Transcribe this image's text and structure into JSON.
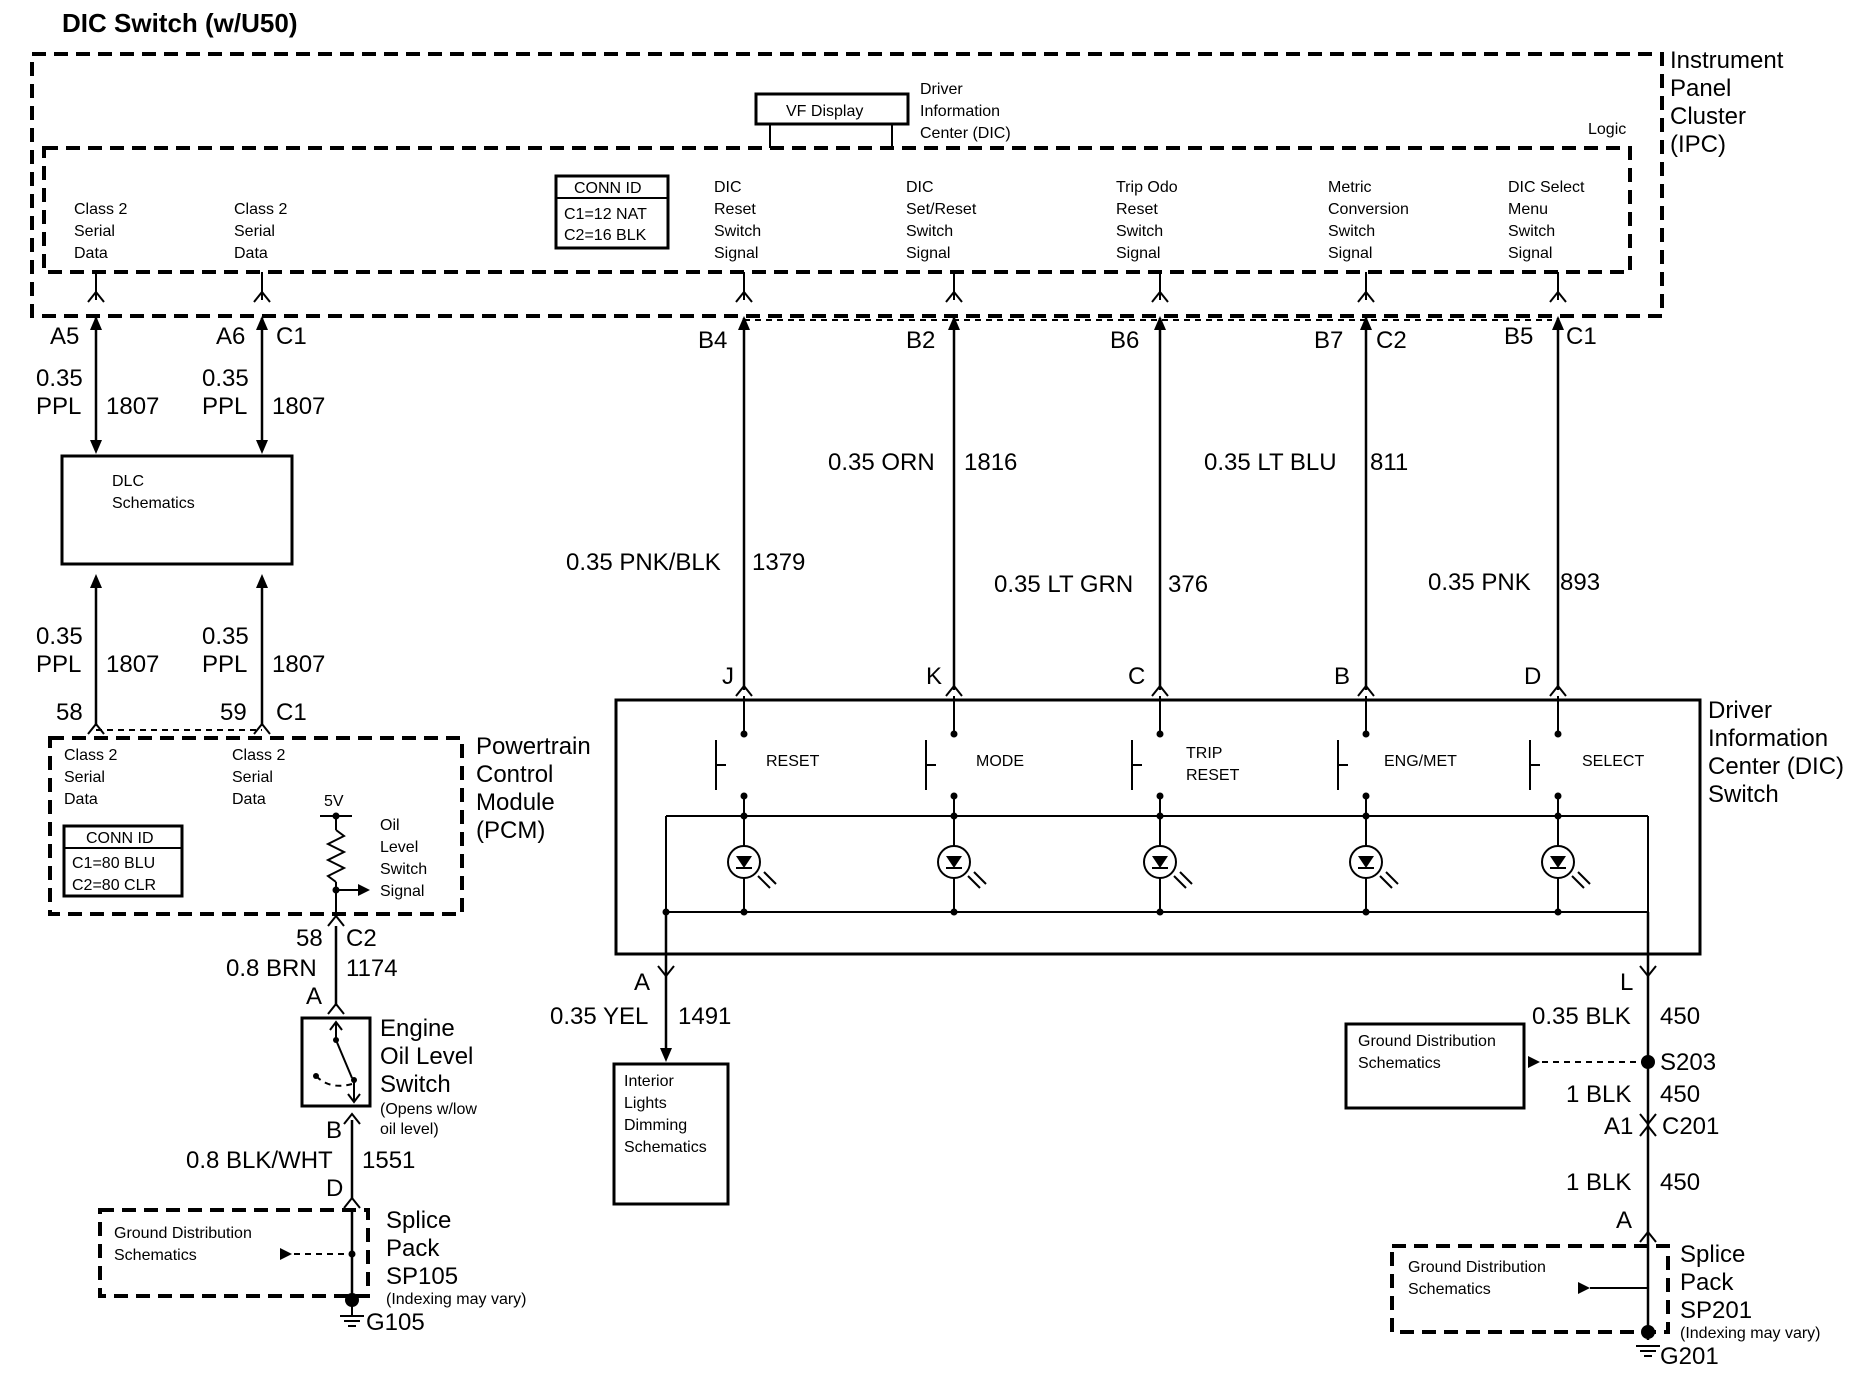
{
  "title": "DIC Switch (w/U50)",
  "ipc": {
    "label_lines": [
      "Instrument",
      "Panel",
      "Cluster",
      "(IPC)"
    ],
    "logic": "Logic",
    "vf_display": "VF Display",
    "dic_lines": [
      "Driver",
      "Information",
      "Center  (DIC)"
    ],
    "conn_id": {
      "title": "CONN ID",
      "c1": "C1=12 NAT",
      "c2": "C2=16 BLK"
    },
    "signal_a5": [
      "Class 2",
      "Serial",
      "Data"
    ],
    "signal_a6": [
      "Class 2",
      "Serial",
      "Data"
    ],
    "signal_b4": [
      "DIC",
      "Reset",
      "Switch",
      "Signal"
    ],
    "signal_b2": [
      "DIC",
      "Set/Reset",
      "Switch",
      "Signal"
    ],
    "signal_b6": [
      "Trip Odo",
      "Reset",
      "Switch",
      "Signal"
    ],
    "signal_b7": [
      "Metric",
      "Conversion",
      "Switch",
      "Signal"
    ],
    "signal_b5": [
      "DIC Select",
      "Menu",
      "Switch",
      "Signal"
    ]
  },
  "pins": {
    "a5": "A5",
    "a6": "A6",
    "c1": "C1",
    "b4": "B4",
    "b2": "B2",
    "b6": "B6",
    "b7": "B7",
    "c2": "C2",
    "b5": "B5",
    "pcm_58": "58",
    "pcm_59": "59",
    "pcm_c1": "C1",
    "pcm_58b": "58",
    "pcm_c2": "C2",
    "dic_j": "J",
    "dic_k": "K",
    "dic_c": "C",
    "dic_b": "B",
    "dic_d": "D",
    "dic_a": "A",
    "dic_l": "L",
    "eng_a": "A",
    "eng_b": "B",
    "sp105_d": "D",
    "sp201_a": "A",
    "c201_a1": "A1",
    "c201": "C201",
    "s203": "S203"
  },
  "wires": {
    "w1_size": "0.35",
    "w1_color": "PPL",
    "w1_circuit": "1807",
    "w2_size": "0.35",
    "w2_color": "PPL",
    "w2_circuit": "1807",
    "w3_size": "0.35",
    "w3_color": "PPL",
    "w3_circuit": "1807",
    "w4_size": "0.35",
    "w4_color": "PPL",
    "w4_circuit": "1807",
    "b4_wire": "0.35 PNK/BLK",
    "b4_circuit": "1379",
    "b2_wire": "0.35 ORN",
    "b2_circuit": "1816",
    "b6_wire": "0.35 LT GRN",
    "b6_circuit": "376",
    "b7_wire": "0.35 LT BLU",
    "b7_circuit": "811",
    "b5_wire": "0.35 PNK",
    "b5_circuit": "893",
    "brn_wire": "0.8 BRN",
    "brn_circuit": "1174",
    "bw_wire": "0.8 BLK/WHT",
    "bw_circuit": "1551",
    "yel_wire": "0.35 YEL",
    "yel_circuit": "1491",
    "blk1_wire": "0.35 BLK",
    "blk1_circuit": "450",
    "blk2_wire": "1 BLK",
    "blk2_circuit": "450",
    "blk3_wire": "1 BLK",
    "blk3_circuit": "450"
  },
  "dlc": [
    "DLC",
    "Schematics"
  ],
  "pcm": {
    "label_lines": [
      "Powertrain",
      "Control",
      "Module",
      "(PCM)"
    ],
    "signal_58": [
      "Class 2",
      "Serial",
      "Data"
    ],
    "signal_59": [
      "Class 2",
      "Serial",
      "Data"
    ],
    "conn_id": {
      "title": "CONN ID",
      "c1": "C1=80 BLU",
      "c2": "C2=80 CLR"
    },
    "five_v": "5V",
    "oil_signal": [
      "Oil",
      "Level",
      "Switch",
      "Signal"
    ]
  },
  "dic_switch": {
    "label_lines": [
      "Driver",
      "Information",
      "Center (DIC)",
      "Switch"
    ],
    "reset": "RESET",
    "mode": "MODE",
    "trip": [
      "TRIP",
      "RESET"
    ],
    "engmet": "ENG/MET",
    "select": "SELECT"
  },
  "engine_oil": {
    "label_lines": [
      "Engine",
      "Oil Level",
      "Switch"
    ],
    "note": [
      "(Opens w/low",
      "oil level)"
    ]
  },
  "interior": [
    "Interior",
    "Lights",
    "Dimming",
    "Schematics"
  ],
  "ground_left": {
    "box": [
      "Ground Distribution",
      "Schematics"
    ],
    "splice": [
      "Splice",
      "Pack",
      "SP105"
    ],
    "indexing": "(Indexing may vary)",
    "ground": "G105"
  },
  "ground_mid": {
    "box": [
      "Ground Distribution",
      "Schematics"
    ]
  },
  "ground_right": {
    "box": [
      "Ground Distribution",
      "Schematics"
    ],
    "splice": [
      "Splice",
      "Pack",
      "SP201"
    ],
    "indexing": "(Indexing may vary)",
    "ground": "G201"
  }
}
